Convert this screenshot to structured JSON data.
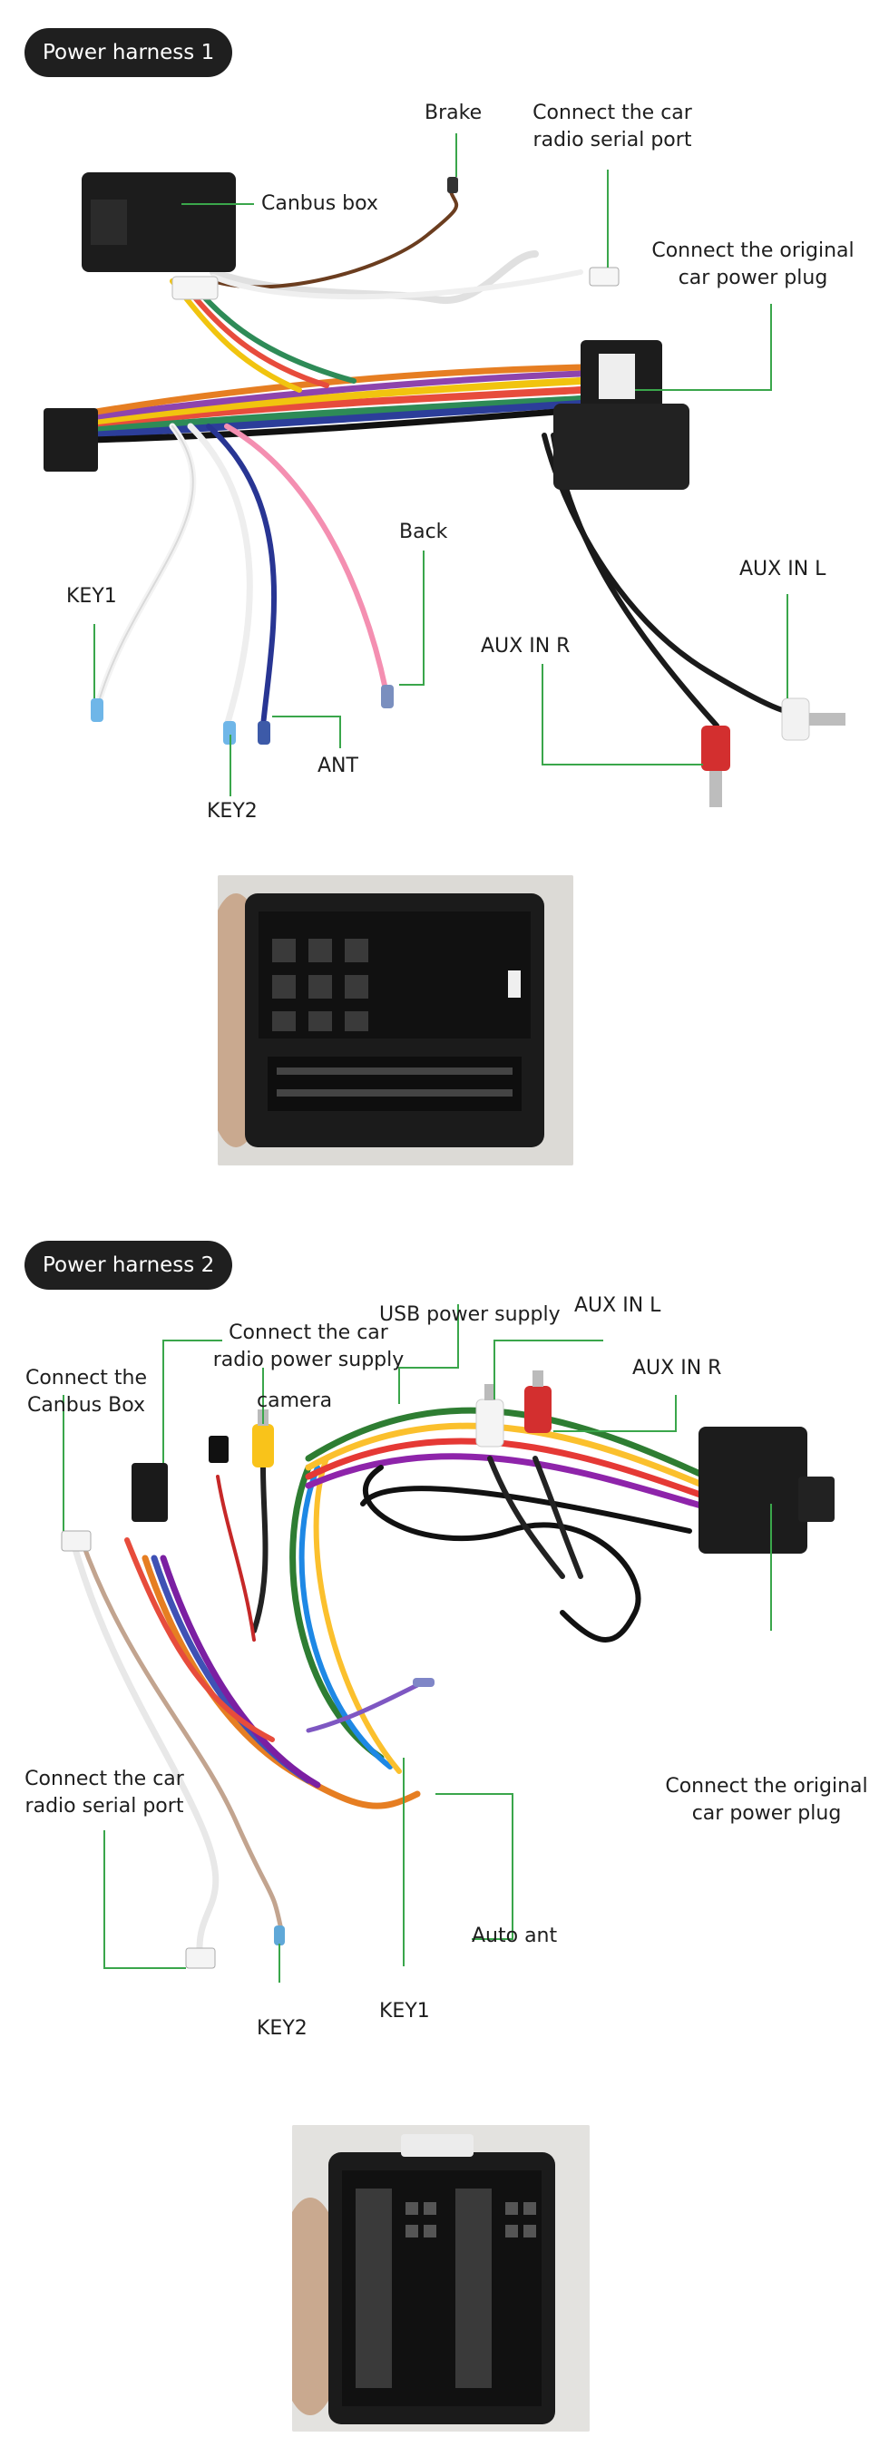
{
  "sections": {
    "harness1": {
      "title": "Power harness 1",
      "labels": {
        "brake": "Brake",
        "serial_line1": "Connect the car",
        "serial_line2": "radio serial port",
        "canbus_box": "Canbus box",
        "orig_line1": "Connect the original",
        "orig_line2": "car power plug",
        "back": "Back",
        "key1": "KEY1",
        "aux_l": "AUX IN L",
        "aux_r": "AUX IN R",
        "ant": "ANT",
        "key2": "KEY2"
      }
    },
    "harness2": {
      "title": "Power harness 2",
      "labels": {
        "usb_power": "USB power supply",
        "aux_l": "AUX IN L",
        "aux_r": "AUX IN R",
        "radio_power_line1": "Connect the car",
        "radio_power_line2": "radio power supply",
        "canbus_line1": "Connect the",
        "canbus_line2": "Canbus Box",
        "camera": "camera",
        "serial_line1": "Connect the car",
        "serial_line2": "radio serial port",
        "orig_line1": "Connect the original",
        "orig_line2": "car power plug",
        "auto_ant": "Auto ant",
        "key1": "KEY1",
        "key2": "KEY2"
      }
    }
  },
  "colors": {
    "badge_bg": "#1f1f1f",
    "leader_line": "#3aa64b",
    "connector": "#1c1c1c"
  }
}
